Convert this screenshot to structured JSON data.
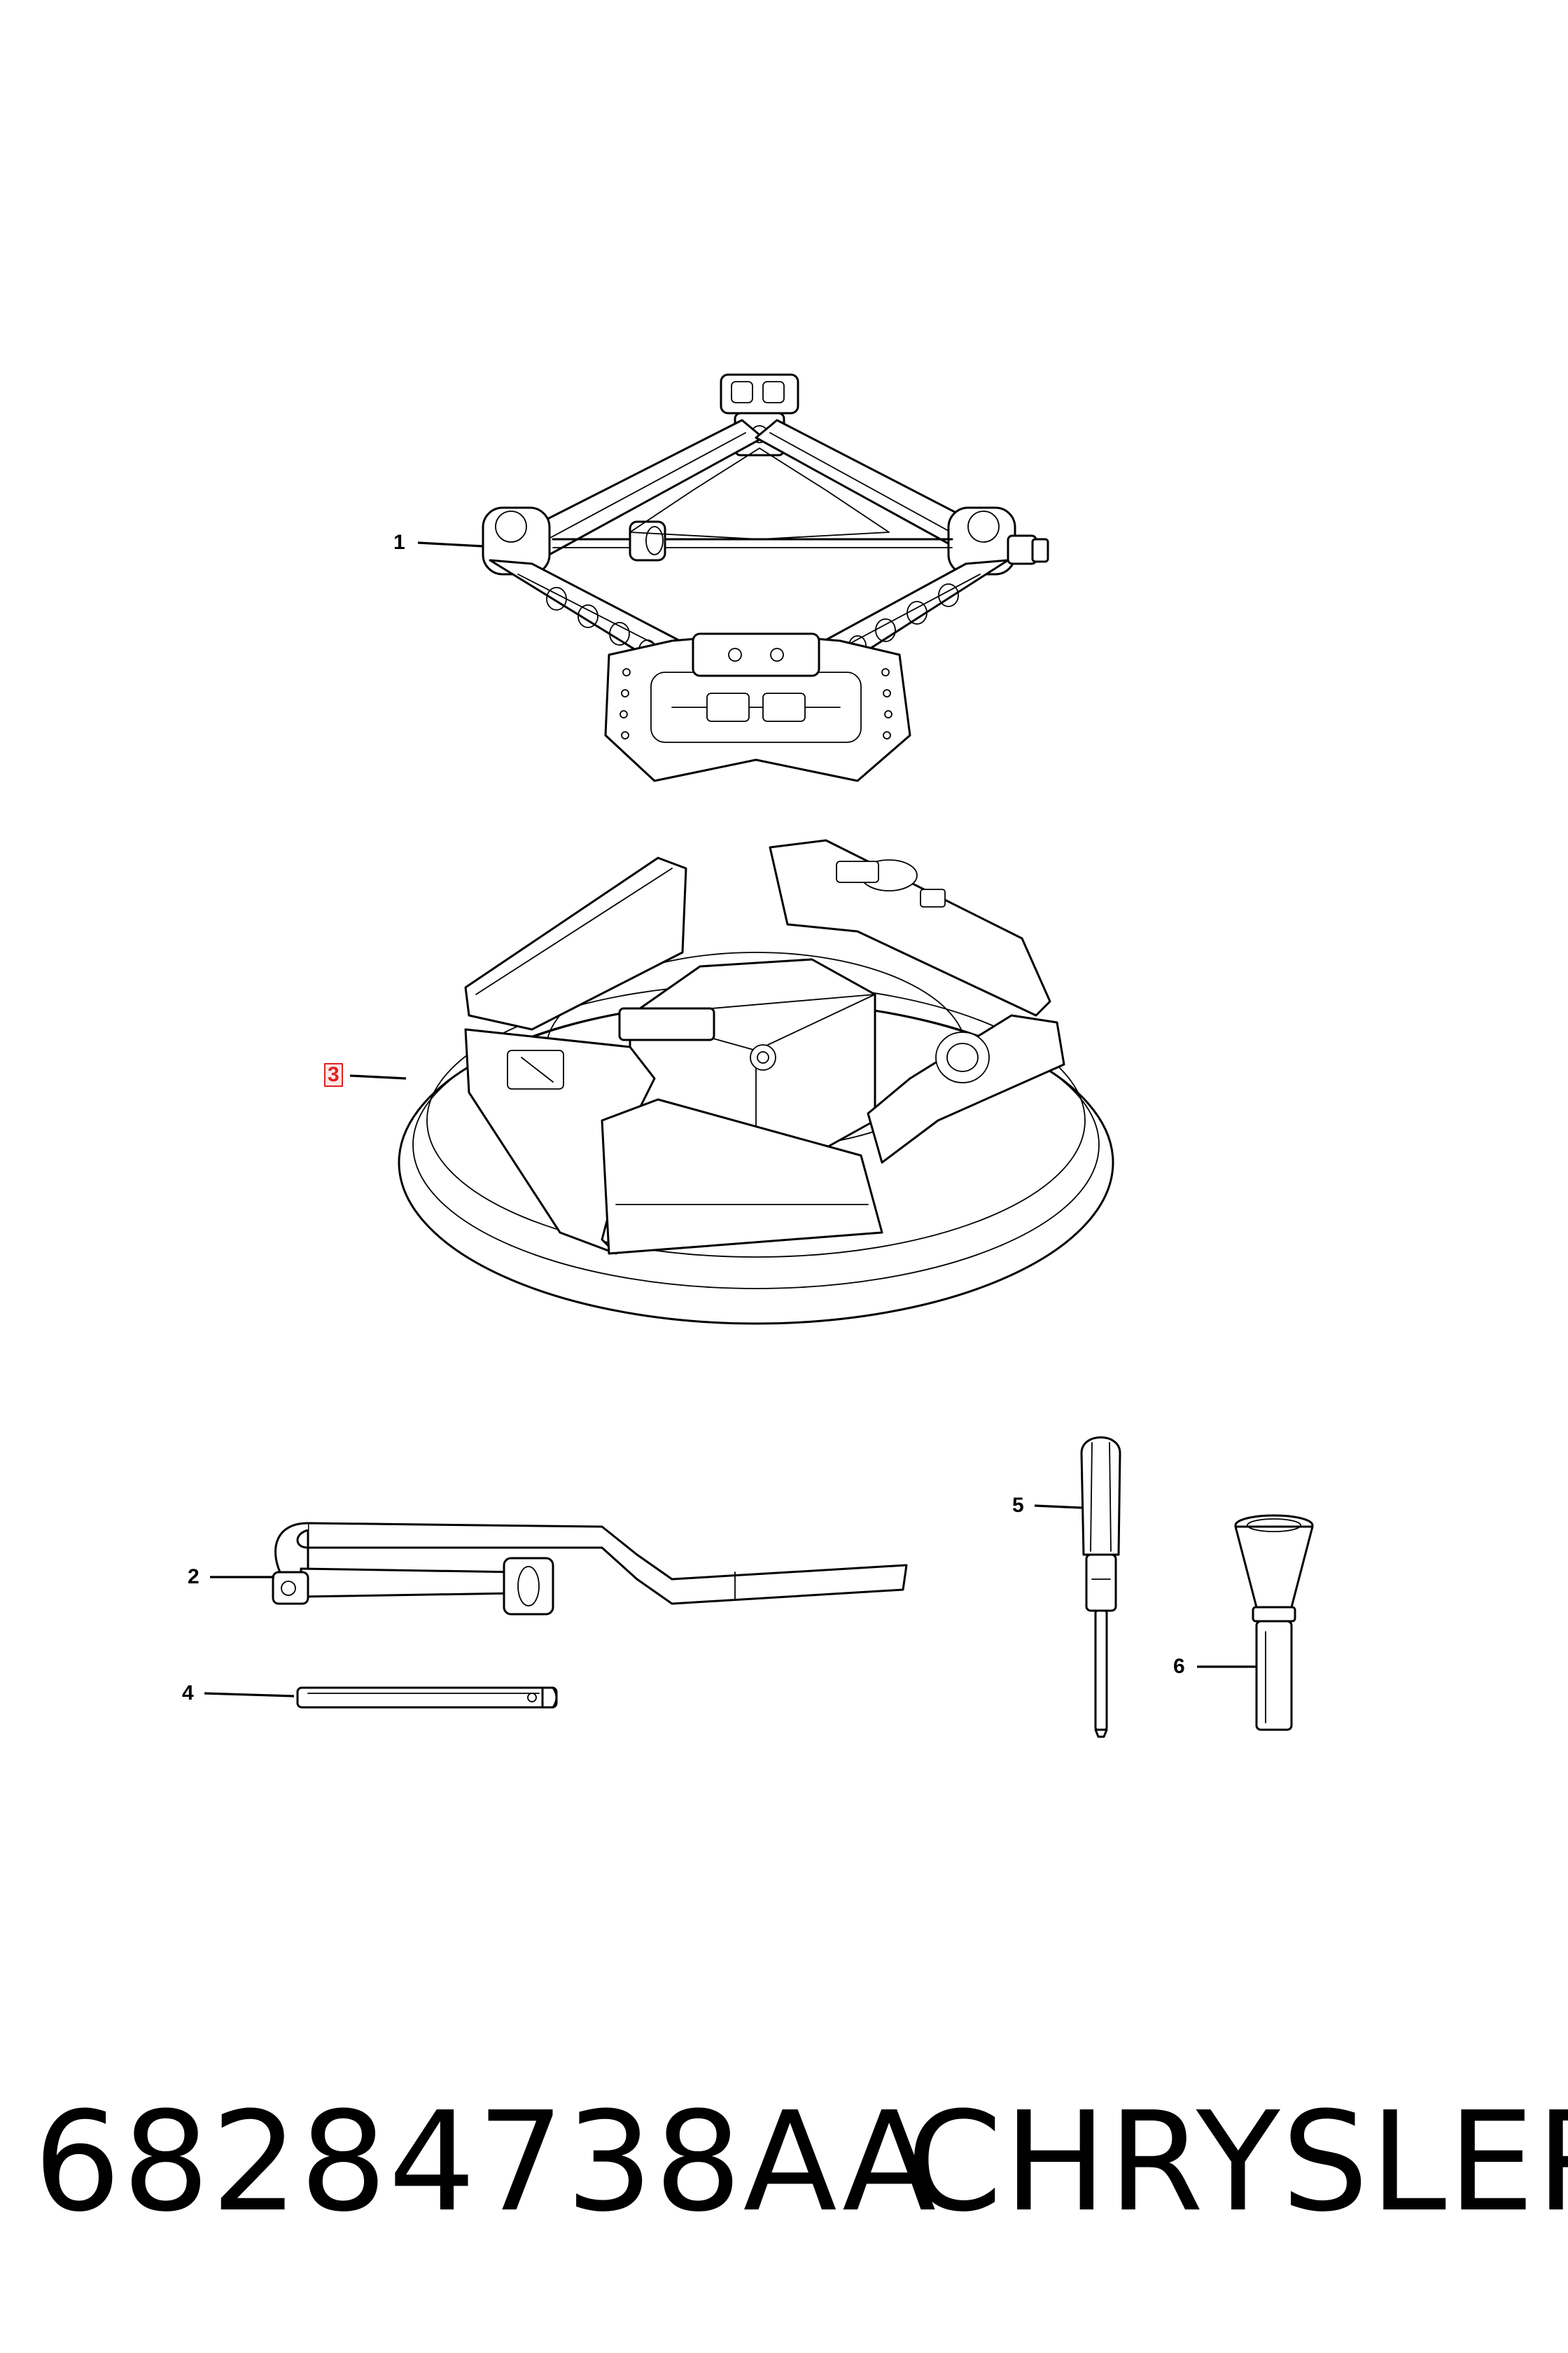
{
  "parts": [
    {
      "callout": "1",
      "icon": "scissor-jack-icon"
    },
    {
      "callout": "2",
      "icon": "jack-handle-wrench-icon"
    },
    {
      "callout": "3",
      "icon": "spare-tire-tool-tray-icon",
      "highlighted": true,
      "highlight_color": "#e02020"
    },
    {
      "callout": "4",
      "icon": "extension-rod-icon"
    },
    {
      "callout": "5",
      "icon": "screwdriver-icon"
    },
    {
      "callout": "6",
      "icon": "wheel-lock-key-icon"
    }
  ],
  "footer": {
    "part_number": "68284738AA",
    "brand": "CHRYSLER"
  },
  "colors": {
    "line": "#000000",
    "background": "#ffffff",
    "highlight": "#e02020"
  }
}
